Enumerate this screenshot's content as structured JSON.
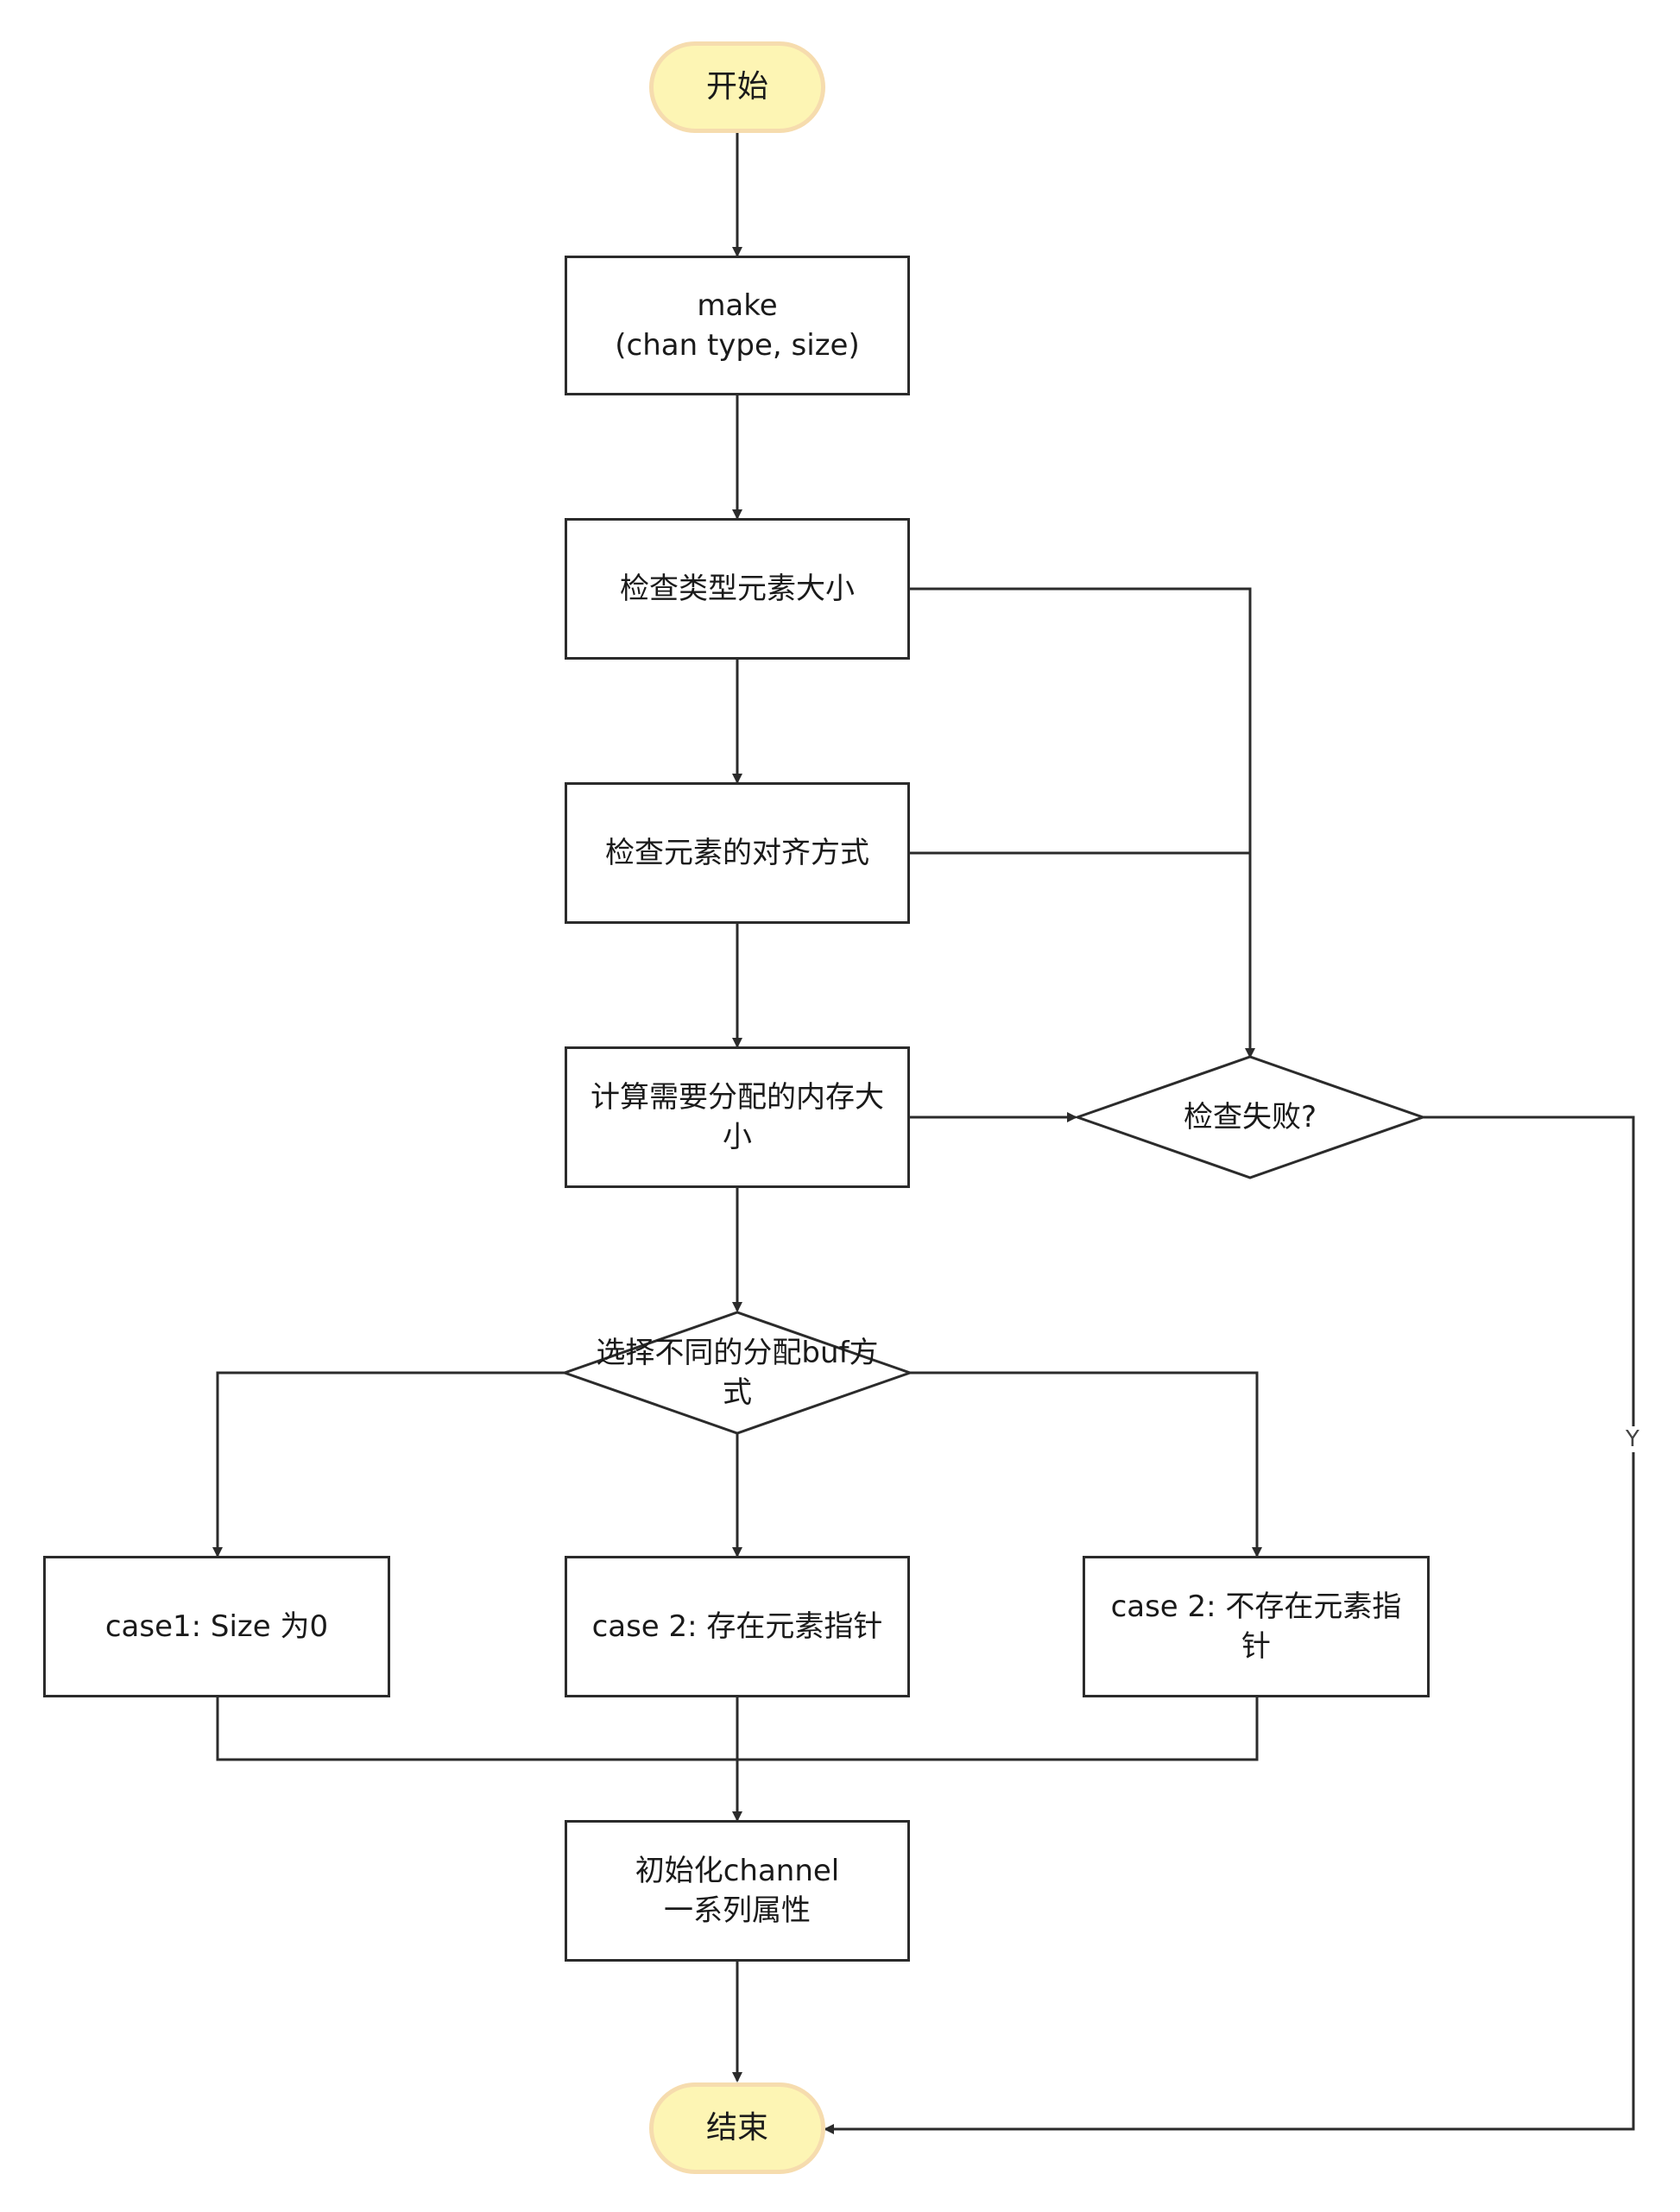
{
  "nodes": {
    "start": "开始",
    "make": "make\n(chan type, size)",
    "check_size": "检查类型元素大小",
    "check_align": "检查元素的对齐方式",
    "calc_mem": "计算需要分配的内存大\n小",
    "check_fail": "检查失败?",
    "choose_buf": "选择不同的分配buf方\n式",
    "case1": "case1: Size 为0",
    "case2a": "case 2: 存在元素指针",
    "case2b": "case 2: 不存在元素指\n针",
    "init": "初始化channel\n一系列属性",
    "end": "结束"
  },
  "edge_labels": {
    "fail_yes": "Y"
  },
  "colors": {
    "terminal_fill": "#fdf5b4",
    "terminal_border": "#f6dcae",
    "stroke": "#2b2b2b"
  }
}
